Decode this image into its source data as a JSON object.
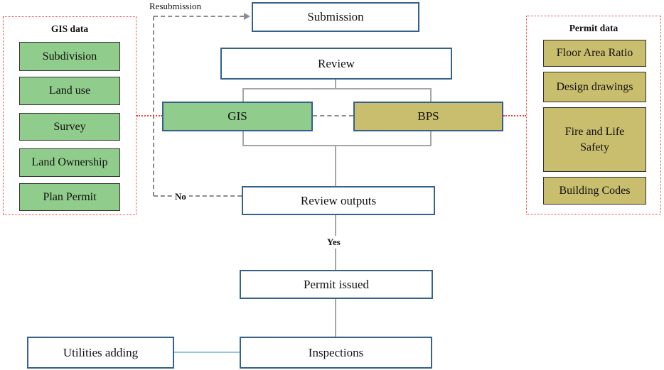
{
  "flow": {
    "submission": "Submission",
    "review": "Review",
    "gis": "GIS",
    "bps": "BPS",
    "review_outputs": "Review outputs",
    "permit_issued": "Permit issued",
    "inspections": "Inspections",
    "utilities_adding": "Utilities adding"
  },
  "labels": {
    "resubmission": "Resubmission",
    "no": "No",
    "yes": "Yes"
  },
  "gis_panel": {
    "title": "GIS data",
    "items": [
      "Subdivision",
      "Land use",
      "Survey",
      "Land Ownership",
      "Plan Permit"
    ]
  },
  "permit_panel": {
    "title": "Permit data",
    "items": [
      "Floor Area Ratio",
      "Design drawings",
      "Fire and Life Safety",
      "Building Codes"
    ]
  },
  "colors": {
    "flow_box_border": "#35618c",
    "gis_fill": "#90cc8b",
    "bps_fill": "#c9bd6e",
    "panel_dotted_border": "#ee3f3b",
    "connector_gray": "#a6a6a6",
    "dashed_gray": "#8c8c8c",
    "utilities_connector_blue": "#9dc3e6",
    "side_box_border": "#333333"
  }
}
